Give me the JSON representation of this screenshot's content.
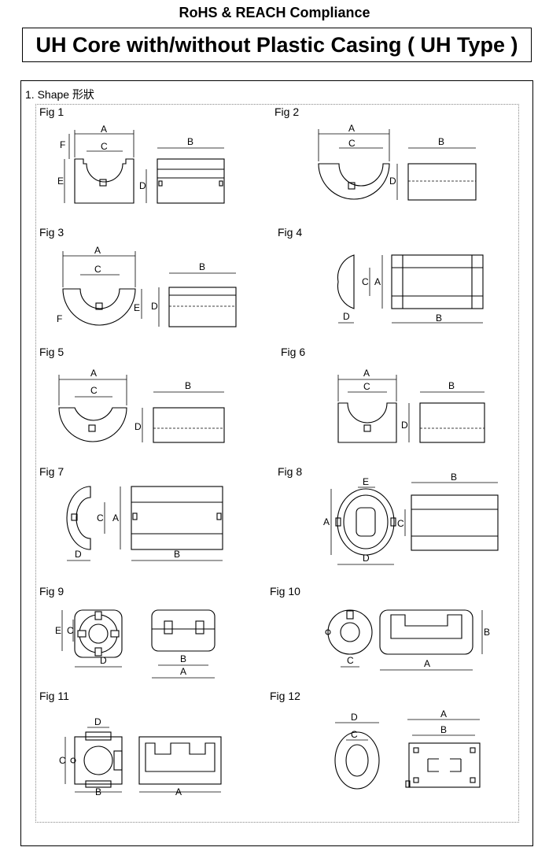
{
  "header": {
    "compliance": "RoHS & REACH Compliance",
    "product_title": "UH Core with/without Plastic Casing ( UH Type )"
  },
  "section": {
    "label": "1. Shape 形狀"
  },
  "figures": {
    "fig1": {
      "label": "Fig 1",
      "dims": {
        "a": "A",
        "b": "B",
        "c": "C",
        "d": "D",
        "e": "E",
        "f": "F"
      }
    },
    "fig2": {
      "label": "Fig 2",
      "dims": {
        "a": "A",
        "b": "B",
        "c": "C",
        "d": "D"
      }
    },
    "fig3": {
      "label": "Fig 3",
      "dims": {
        "a": "A",
        "b": "B",
        "c": "C",
        "d": "D",
        "e": "E",
        "f": "F"
      }
    },
    "fig4": {
      "label": "Fig 4",
      "dims": {
        "a": "A",
        "b": "B",
        "c": "C",
        "d": "D"
      }
    },
    "fig5": {
      "label": "Fig 5",
      "dims": {
        "a": "A",
        "b": "B",
        "c": "C",
        "d": "D"
      }
    },
    "fig6": {
      "label": "Fig 6",
      "dims": {
        "a": "A",
        "b": "B",
        "c": "C",
        "d": "D"
      }
    },
    "fig7": {
      "label": "Fig 7",
      "dims": {
        "a": "A",
        "b": "B",
        "c": "C",
        "d": "D"
      }
    },
    "fig8": {
      "label": "Fig 8",
      "dims": {
        "a": "A",
        "b": "B",
        "c": "C",
        "d": "D",
        "e": "E"
      }
    },
    "fig9": {
      "label": "Fig 9",
      "dims": {
        "a": "A",
        "b": "B",
        "c": "C",
        "d": "D",
        "e": "E"
      }
    },
    "fig10": {
      "label": "Fig 10",
      "dims": {
        "a": "A",
        "b": "B",
        "c": "C"
      }
    },
    "fig11": {
      "label": "Fig 11",
      "dims": {
        "a": "A",
        "b": "B",
        "c": "C",
        "d": "D"
      }
    },
    "fig12": {
      "label": "Fig 12",
      "dims": {
        "a": "A",
        "b": "B",
        "c": "C",
        "d": "D"
      }
    }
  }
}
